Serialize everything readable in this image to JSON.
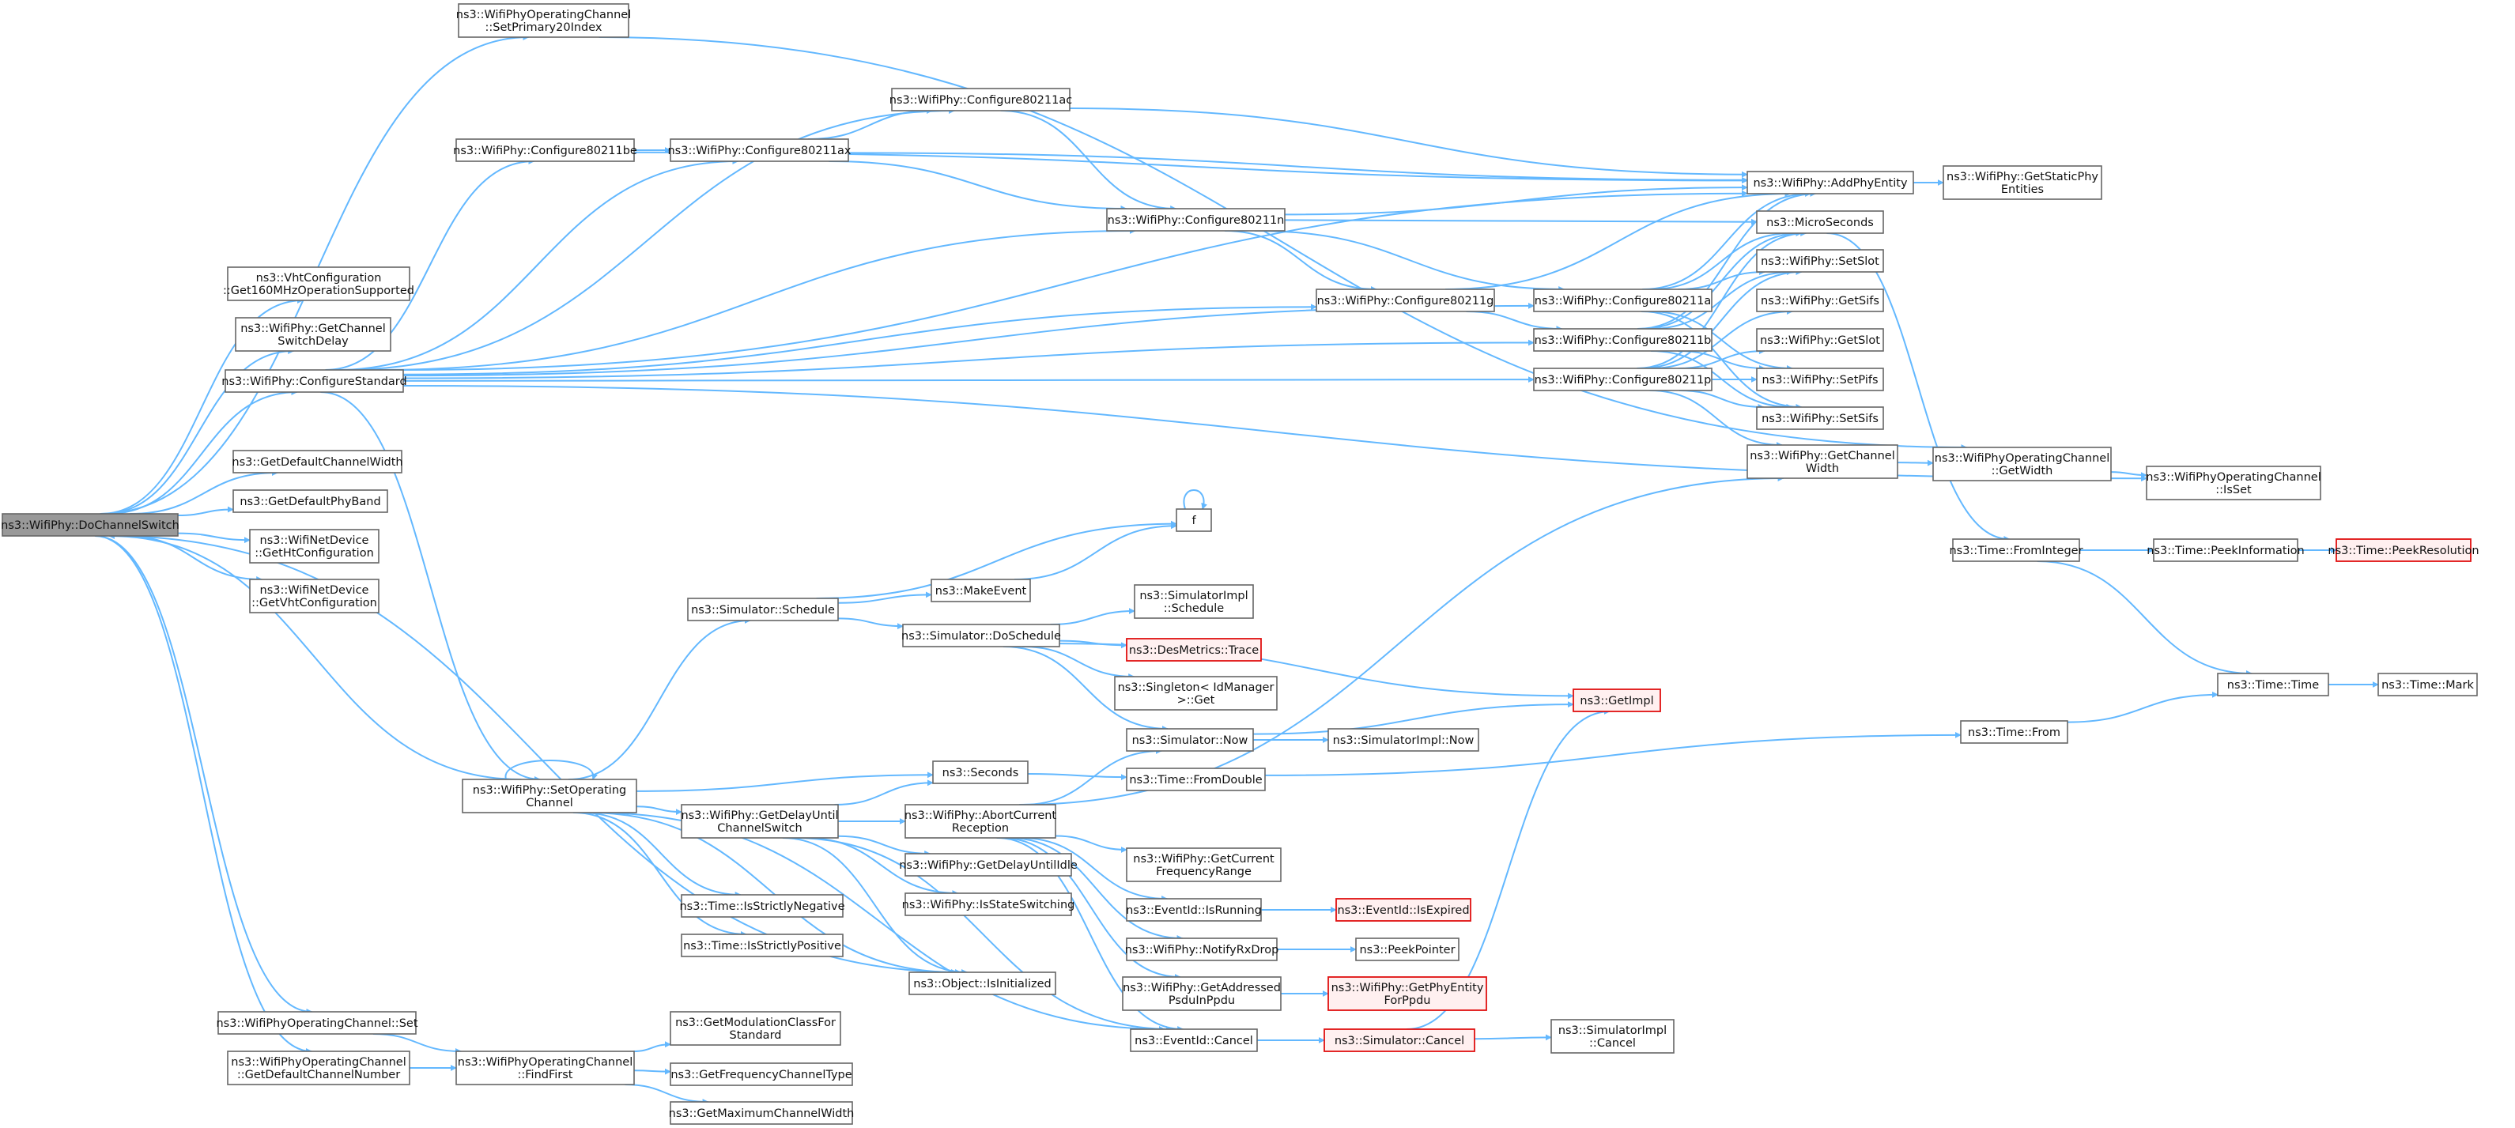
{
  "diagram": {
    "type": "call-graph",
    "edge_color": "#63b8ff",
    "node_border_color": "#666666",
    "root_fill_color": "#999999",
    "highlight_border_color": "#e01010",
    "nodes": [
      {
        "id": "root",
        "lines": [
          "ns3::WifiPhy::DoChannelSwitch"
        ],
        "style": "root"
      },
      {
        "id": "setPrimary20",
        "lines": [
          "ns3::WifiPhyOperatingChannel",
          "::SetPrimary20Index"
        ]
      },
      {
        "id": "vht160",
        "lines": [
          "ns3::VhtConfiguration",
          "::Get160MHzOperationSupported"
        ]
      },
      {
        "id": "getChSwitchDelay",
        "lines": [
          "ns3::WifiPhy::GetChannel",
          "SwitchDelay"
        ]
      },
      {
        "id": "configStd",
        "lines": [
          "ns3::WifiPhy::ConfigureStandard"
        ]
      },
      {
        "id": "defChWidth",
        "lines": [
          "ns3::GetDefaultChannelWidth"
        ]
      },
      {
        "id": "defPhyBand",
        "lines": [
          "ns3::GetDefaultPhyBand"
        ]
      },
      {
        "id": "getHtCfg",
        "lines": [
          "ns3::WifiNetDevice",
          "::GetHtConfiguration"
        ]
      },
      {
        "id": "getVhtCfg",
        "lines": [
          "ns3::WifiNetDevice",
          "::GetVhtConfiguration"
        ]
      },
      {
        "id": "wocSet",
        "lines": [
          "ns3::WifiPhyOperatingChannel::Set"
        ]
      },
      {
        "id": "wocGetDefCh",
        "lines": [
          "ns3::WifiPhyOperatingChannel",
          "::GetDefaultChannelNumber"
        ]
      },
      {
        "id": "cfg80211be",
        "lines": [
          "ns3::WifiPhy::Configure80211be"
        ]
      },
      {
        "id": "setOpCh",
        "lines": [
          "ns3::WifiPhy::SetOperating",
          "Channel"
        ]
      },
      {
        "id": "findFirst",
        "lines": [
          "ns3::WifiPhyOperatingChannel",
          "::FindFirst"
        ]
      },
      {
        "id": "cfg80211ax",
        "lines": [
          "ns3::WifiPhy::Configure80211ax"
        ]
      },
      {
        "id": "simSchedule",
        "lines": [
          "ns3::Simulator::Schedule"
        ]
      },
      {
        "id": "getDelayUntil",
        "lines": [
          "ns3::WifiPhy::GetDelayUntil",
          "ChannelSwitch"
        ]
      },
      {
        "id": "isStrictlyNeg",
        "lines": [
          "ns3::Time::IsStrictlyNegative"
        ]
      },
      {
        "id": "isStrictlyPos",
        "lines": [
          "ns3::Time::IsStrictlyPositive"
        ]
      },
      {
        "id": "getModClass",
        "lines": [
          "ns3::GetModulationClassFor",
          "Standard"
        ]
      },
      {
        "id": "getFreqChType",
        "lines": [
          "ns3::GetFrequencyChannelType"
        ]
      },
      {
        "id": "getMaxChWidth",
        "lines": [
          "ns3::GetMaximumChannelWidth"
        ]
      },
      {
        "id": "cfg80211ac",
        "lines": [
          "ns3::WifiPhy::Configure80211ac"
        ]
      },
      {
        "id": "makeEvent",
        "lines": [
          "ns3::MakeEvent"
        ]
      },
      {
        "id": "simDoSchedule",
        "lines": [
          "ns3::Simulator::DoSchedule"
        ]
      },
      {
        "id": "seconds",
        "lines": [
          "ns3::Seconds"
        ]
      },
      {
        "id": "abortCurrent",
        "lines": [
          "ns3::WifiPhy::AbortCurrent",
          "Reception"
        ]
      },
      {
        "id": "getDelayUntilIdle",
        "lines": [
          "ns3::WifiPhy::GetDelayUntilIdle"
        ]
      },
      {
        "id": "isStateSwitching",
        "lines": [
          "ns3::WifiPhy::IsStateSwitching"
        ]
      },
      {
        "id": "isInitialized",
        "lines": [
          "ns3::Object::IsInitialized"
        ]
      },
      {
        "id": "cfg80211n",
        "lines": [
          "ns3::WifiPhy::Configure80211n"
        ]
      },
      {
        "id": "f",
        "lines": [
          "f"
        ]
      },
      {
        "id": "simImplSchedule",
        "lines": [
          "ns3::SimulatorImpl",
          "::Schedule"
        ]
      },
      {
        "id": "desMetrics",
        "lines": [
          "ns3::DesMetrics::Trace"
        ],
        "style": "red"
      },
      {
        "id": "singleton",
        "lines": [
          "ns3::Singleton< IdManager",
          ">::Get"
        ]
      },
      {
        "id": "simNow",
        "lines": [
          "ns3::Simulator::Now"
        ]
      },
      {
        "id": "fromDouble",
        "lines": [
          "ns3::Time::FromDouble"
        ]
      },
      {
        "id": "getCurFreq",
        "lines": [
          "ns3::WifiPhy::GetCurrent",
          "FrequencyRange"
        ]
      },
      {
        "id": "evIsRunning",
        "lines": [
          "ns3::EventId::IsRunning"
        ]
      },
      {
        "id": "notifyRxDrop",
        "lines": [
          "ns3::WifiPhy::NotifyRxDrop"
        ]
      },
      {
        "id": "getAddrPsdu",
        "lines": [
          "ns3::WifiPhy::GetAddressed",
          "PsduInPpdu"
        ]
      },
      {
        "id": "evCancel",
        "lines": [
          "ns3::EventId::Cancel"
        ]
      },
      {
        "id": "cfg80211g",
        "lines": [
          "ns3::WifiPhy::Configure80211g"
        ]
      },
      {
        "id": "simImplNow",
        "lines": [
          "ns3::SimulatorImpl::Now"
        ]
      },
      {
        "id": "evIsExpired",
        "lines": [
          "ns3::EventId::IsExpired"
        ],
        "style": "red"
      },
      {
        "id": "peekPointer",
        "lines": [
          "ns3::PeekPointer"
        ]
      },
      {
        "id": "getPhyEntity",
        "lines": [
          "ns3::WifiPhy::GetPhyEntity",
          "ForPpdu"
        ],
        "style": "red"
      },
      {
        "id": "simCancel",
        "lines": [
          "ns3::Simulator::Cancel"
        ],
        "style": "red"
      },
      {
        "id": "cfg80211a",
        "lines": [
          "ns3::WifiPhy::Configure80211a"
        ]
      },
      {
        "id": "cfg80211b",
        "lines": [
          "ns3::WifiPhy::Configure80211b"
        ]
      },
      {
        "id": "cfg80211p",
        "lines": [
          "ns3::WifiPhy::Configure80211p"
        ]
      },
      {
        "id": "getImpl",
        "lines": [
          "ns3::GetImpl"
        ],
        "style": "red"
      },
      {
        "id": "simImplCancel",
        "lines": [
          "ns3::SimulatorImpl",
          "::Cancel"
        ]
      },
      {
        "id": "addPhyEntity",
        "lines": [
          "ns3::WifiPhy::AddPhyEntity"
        ]
      },
      {
        "id": "microSeconds",
        "lines": [
          "ns3::MicroSeconds"
        ]
      },
      {
        "id": "setSlot",
        "lines": [
          "ns3::WifiPhy::SetSlot"
        ]
      },
      {
        "id": "getSifs",
        "lines": [
          "ns3::WifiPhy::GetSifs"
        ]
      },
      {
        "id": "getSlot",
        "lines": [
          "ns3::WifiPhy::GetSlot"
        ]
      },
      {
        "id": "setPifs",
        "lines": [
          "ns3::WifiPhy::SetPifs"
        ]
      },
      {
        "id": "setSifs",
        "lines": [
          "ns3::WifiPhy::SetSifs"
        ]
      },
      {
        "id": "getChWidth",
        "lines": [
          "ns3::WifiPhy::GetChannel",
          "Width"
        ]
      },
      {
        "id": "getStaticPhy",
        "lines": [
          "ns3::WifiPhy::GetStaticPhy",
          "Entities"
        ]
      },
      {
        "id": "wocGetWidth",
        "lines": [
          "ns3::WifiPhyOperatingChannel",
          "::GetWidth"
        ]
      },
      {
        "id": "timeFromInteger",
        "lines": [
          "ns3::Time::FromInteger"
        ]
      },
      {
        "id": "timeFrom",
        "lines": [
          "ns3::Time::From"
        ]
      },
      {
        "id": "wocIsSet",
        "lines": [
          "ns3::WifiPhyOperatingChannel",
          "::IsSet"
        ]
      },
      {
        "id": "peekInfo",
        "lines": [
          "ns3::Time::PeekInformation"
        ]
      },
      {
        "id": "timeTime",
        "lines": [
          "ns3::Time::Time"
        ]
      },
      {
        "id": "peekResolution",
        "lines": [
          "ns3::Time::PeekResolution"
        ],
        "style": "red"
      },
      {
        "id": "timeMark",
        "lines": [
          "ns3::Time::Mark"
        ]
      }
    ],
    "edges": [
      [
        "root",
        "setPrimary20"
      ],
      [
        "root",
        "vht160"
      ],
      [
        "root",
        "getChSwitchDelay"
      ],
      [
        "root",
        "configStd"
      ],
      [
        "root",
        "defChWidth"
      ],
      [
        "root",
        "defPhyBand"
      ],
      [
        "root",
        "getHtCfg"
      ],
      [
        "root",
        "getVhtCfg"
      ],
      [
        "root",
        "wocSet"
      ],
      [
        "root",
        "wocGetDefCh"
      ],
      [
        "root",
        "isInitialized"
      ],
      [
        "setPrimary20",
        "wocGetWidth"
      ],
      [
        "configStd",
        "cfg80211be"
      ],
      [
        "configStd",
        "cfg80211ax"
      ],
      [
        "configStd",
        "cfg80211ac"
      ],
      [
        "configStd",
        "cfg80211n"
      ],
      [
        "configStd",
        "cfg80211g"
      ],
      [
        "configStd",
        "cfg80211a"
      ],
      [
        "configStd",
        "cfg80211b"
      ],
      [
        "configStd",
        "cfg80211p"
      ],
      [
        "configStd",
        "addPhyEntity"
      ],
      [
        "configStd",
        "wocIsSet"
      ],
      [
        "configStd",
        "setOpCh"
      ],
      [
        "cfg80211be",
        "cfg80211ax"
      ],
      [
        "cfg80211be",
        "addPhyEntity"
      ],
      [
        "cfg80211ax",
        "cfg80211ac"
      ],
      [
        "cfg80211ax",
        "cfg80211n"
      ],
      [
        "cfg80211ax",
        "addPhyEntity"
      ],
      [
        "cfg80211ac",
        "cfg80211n"
      ],
      [
        "cfg80211ac",
        "addPhyEntity"
      ],
      [
        "cfg80211n",
        "cfg80211g"
      ],
      [
        "cfg80211n",
        "cfg80211a"
      ],
      [
        "cfg80211n",
        "addPhyEntity"
      ],
      [
        "cfg80211n",
        "microSeconds"
      ],
      [
        "cfg80211g",
        "cfg80211b"
      ],
      [
        "cfg80211g",
        "addPhyEntity"
      ],
      [
        "cfg80211a",
        "addPhyEntity"
      ],
      [
        "cfg80211a",
        "microSeconds"
      ],
      [
        "cfg80211a",
        "setSlot"
      ],
      [
        "cfg80211a",
        "setSifs"
      ],
      [
        "cfg80211a",
        "setPifs"
      ],
      [
        "cfg80211b",
        "addPhyEntity"
      ],
      [
        "cfg80211b",
        "microSeconds"
      ],
      [
        "cfg80211b",
        "setSlot"
      ],
      [
        "cfg80211b",
        "setSifs"
      ],
      [
        "cfg80211b",
        "setPifs"
      ],
      [
        "cfg80211p",
        "microSeconds"
      ],
      [
        "cfg80211p",
        "getSifs"
      ],
      [
        "cfg80211p",
        "getSlot"
      ],
      [
        "cfg80211p",
        "setSlot"
      ],
      [
        "cfg80211p",
        "setSifs"
      ],
      [
        "cfg80211p",
        "setPifs"
      ],
      [
        "cfg80211p",
        "getChWidth"
      ],
      [
        "addPhyEntity",
        "getStaticPhy"
      ],
      [
        "microSeconds",
        "timeFromInteger"
      ],
      [
        "getChWidth",
        "wocGetWidth"
      ],
      [
        "wocGetWidth",
        "wocIsSet"
      ],
      [
        "timeFromInteger",
        "peekInfo"
      ],
      [
        "timeFromInteger",
        "timeTime"
      ],
      [
        "peekInfo",
        "peekResolution"
      ],
      [
        "timeTime",
        "timeMark"
      ],
      [
        "timeFrom",
        "timeTime"
      ],
      [
        "setOpCh",
        "root"
      ],
      [
        "setOpCh",
        "setOpCh"
      ],
      [
        "setOpCh",
        "simSchedule"
      ],
      [
        "setOpCh",
        "seconds"
      ],
      [
        "setOpCh",
        "getDelayUntil"
      ],
      [
        "setOpCh",
        "isStrictlyNeg"
      ],
      [
        "setOpCh",
        "isStrictlyPos"
      ],
      [
        "setOpCh",
        "isInitialized"
      ],
      [
        "setOpCh",
        "evCancel"
      ],
      [
        "simSchedule",
        "f"
      ],
      [
        "simSchedule",
        "makeEvent"
      ],
      [
        "simSchedule",
        "simDoSchedule"
      ],
      [
        "makeEvent",
        "f"
      ],
      [
        "f",
        "f"
      ],
      [
        "simDoSchedule",
        "simImplSchedule"
      ],
      [
        "simDoSchedule",
        "desMetrics"
      ],
      [
        "simDoSchedule",
        "singleton"
      ],
      [
        "simDoSchedule",
        "simNow"
      ],
      [
        "simDoSchedule",
        "getImpl"
      ],
      [
        "simNow",
        "simImplNow"
      ],
      [
        "simNow",
        "getImpl"
      ],
      [
        "getDelayUntil",
        "seconds"
      ],
      [
        "getDelayUntil",
        "abortCurrent"
      ],
      [
        "getDelayUntil",
        "getDelayUntilIdle"
      ],
      [
        "getDelayUntil",
        "isStateSwitching"
      ],
      [
        "getDelayUntil",
        "isInitialized"
      ],
      [
        "getDelayUntil",
        "evCancel"
      ],
      [
        "seconds",
        "fromDouble"
      ],
      [
        "fromDouble",
        "timeFrom"
      ],
      [
        "abortCurrent",
        "simNow"
      ],
      [
        "abortCurrent",
        "getChWidth"
      ],
      [
        "abortCurrent",
        "getCurFreq"
      ],
      [
        "abortCurrent",
        "evIsRunning"
      ],
      [
        "abortCurrent",
        "notifyRxDrop"
      ],
      [
        "abortCurrent",
        "getAddrPsdu"
      ],
      [
        "abortCurrent",
        "evCancel"
      ],
      [
        "evIsRunning",
        "evIsExpired"
      ],
      [
        "notifyRxDrop",
        "peekPointer"
      ],
      [
        "getAddrPsdu",
        "getPhyEntity"
      ],
      [
        "evCancel",
        "simCancel"
      ],
      [
        "simCancel",
        "getImpl"
      ],
      [
        "simCancel",
        "simImplCancel"
      ],
      [
        "wocSet",
        "findFirst"
      ],
      [
        "wocGetDefCh",
        "findFirst"
      ],
      [
        "findFirst",
        "getModClass"
      ],
      [
        "findFirst",
        "getFreqChType"
      ],
      [
        "findFirst",
        "getMaxChWidth"
      ]
    ]
  }
}
